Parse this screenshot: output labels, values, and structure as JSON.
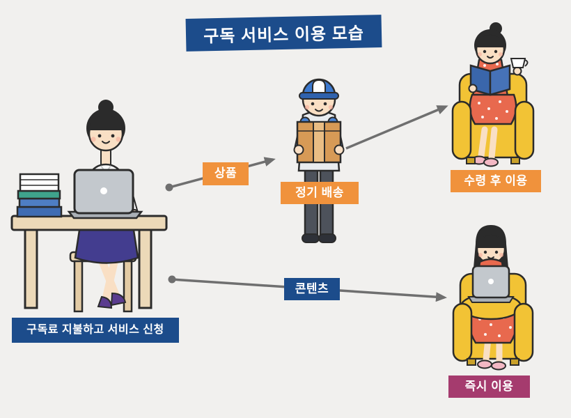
{
  "title": "구독 서비스 이용 모습",
  "flow": {
    "start_label": "구독료 지불하고 서비스 신청",
    "goods_arrow_label": "상품",
    "delivery_label": "정기 배송",
    "receive_label": "수령 후 이용",
    "content_arrow_label": "콘텐츠",
    "instant_label": "즉시 이용"
  },
  "figures": {
    "subscriber": "woman-working-on-laptop-at-desk",
    "courier": "delivery-man-holding-parcel-box",
    "reader": "woman-reading-book-in-armchair-with-coffee",
    "viewer": "woman-using-laptop-in-armchair"
  },
  "colors": {
    "background": "#f1f0ee",
    "navy": "#1c4c8b",
    "orange": "#f0923c",
    "purple": "#a53b6e",
    "arrow_gray": "#6f6f6f",
    "chair_yellow": "#f2c335",
    "dress_orange": "#e8694e",
    "desk_tan": "#ecd9b8"
  }
}
